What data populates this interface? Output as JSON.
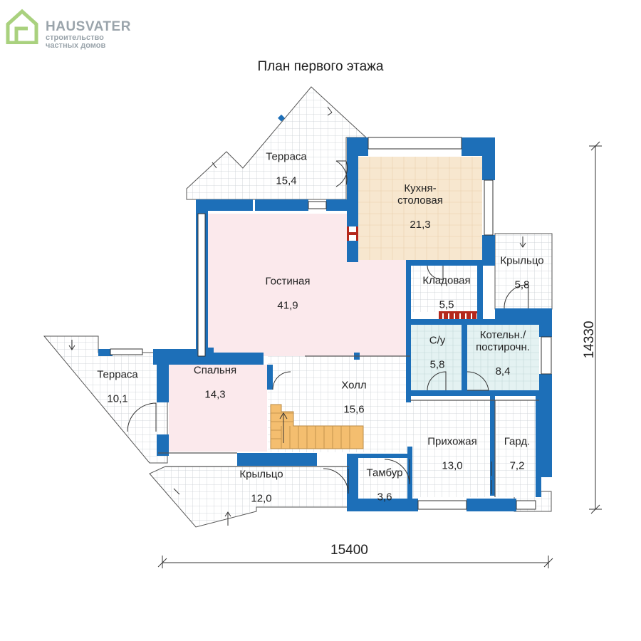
{
  "logo": {
    "brand": "HAUSVATER",
    "line1": "строительство",
    "line2": "частных домов"
  },
  "plan_title": "План первого этажа",
  "dimensions": {
    "width": "15400",
    "depth": "14330"
  },
  "rooms": {
    "terrace_top": {
      "name": "Терраса",
      "area": "15,4"
    },
    "kitchen": {
      "name": "Кухня-\nстоловая",
      "area": "21,3"
    },
    "living": {
      "name": "Гостиная",
      "area": "41,9"
    },
    "porch_right": {
      "name": "Крыльцо",
      "area": "5,8"
    },
    "pantry": {
      "name": "Кладовая",
      "area": "5,5"
    },
    "bathroom": {
      "name": "С/у",
      "area": "5,8"
    },
    "boiler": {
      "name": "Котельн./\nпостирочн.",
      "area": "8,4"
    },
    "terrace_left": {
      "name": "Терраса",
      "area": "10,1"
    },
    "bedroom": {
      "name": "Спальня",
      "area": "14,3"
    },
    "hall": {
      "name": "Холл",
      "area": "15,6"
    },
    "entry": {
      "name": "Прихожая",
      "area": "13,0"
    },
    "wardrobe": {
      "name": "Гард.",
      "area": "7,2"
    },
    "porch_bottom": {
      "name": "Крыльцо",
      "area": "12,0"
    },
    "vestibule": {
      "name": "Тамбур",
      "area": "3,6"
    }
  },
  "colors": {
    "wall": "#1d6fb8",
    "tile_grid": "#c9ced3",
    "kitchen_fill": "#f7e7cf",
    "living_fill": "#fbe9ec",
    "wet_fill": "#e4f2f2",
    "stairs": "#f4be6f",
    "fireplace": "#b5281c"
  }
}
